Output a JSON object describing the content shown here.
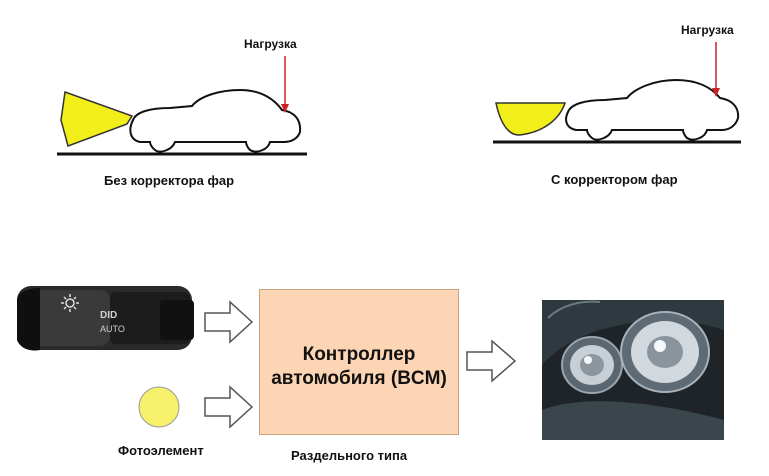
{
  "top_left": {
    "caption": "Без корректора фар",
    "load_label": "Нагрузка"
  },
  "top_right": {
    "caption": "С корректором фар",
    "load_label": "Нагрузка"
  },
  "bottom": {
    "switch_labels": {
      "dim": "DID",
      "auto": "AUTO"
    },
    "photo_label": "Фотоэлемент",
    "controller": {
      "line1": "Контроллер",
      "line2": "автомобиля (BCM)"
    },
    "controller_caption": "Раздельного типа"
  },
  "colors": {
    "beam": "#f2ee1a",
    "photo": "#f7f06a",
    "controller_fill": "#fcd5b4",
    "load_arrow": "#cc2222"
  }
}
